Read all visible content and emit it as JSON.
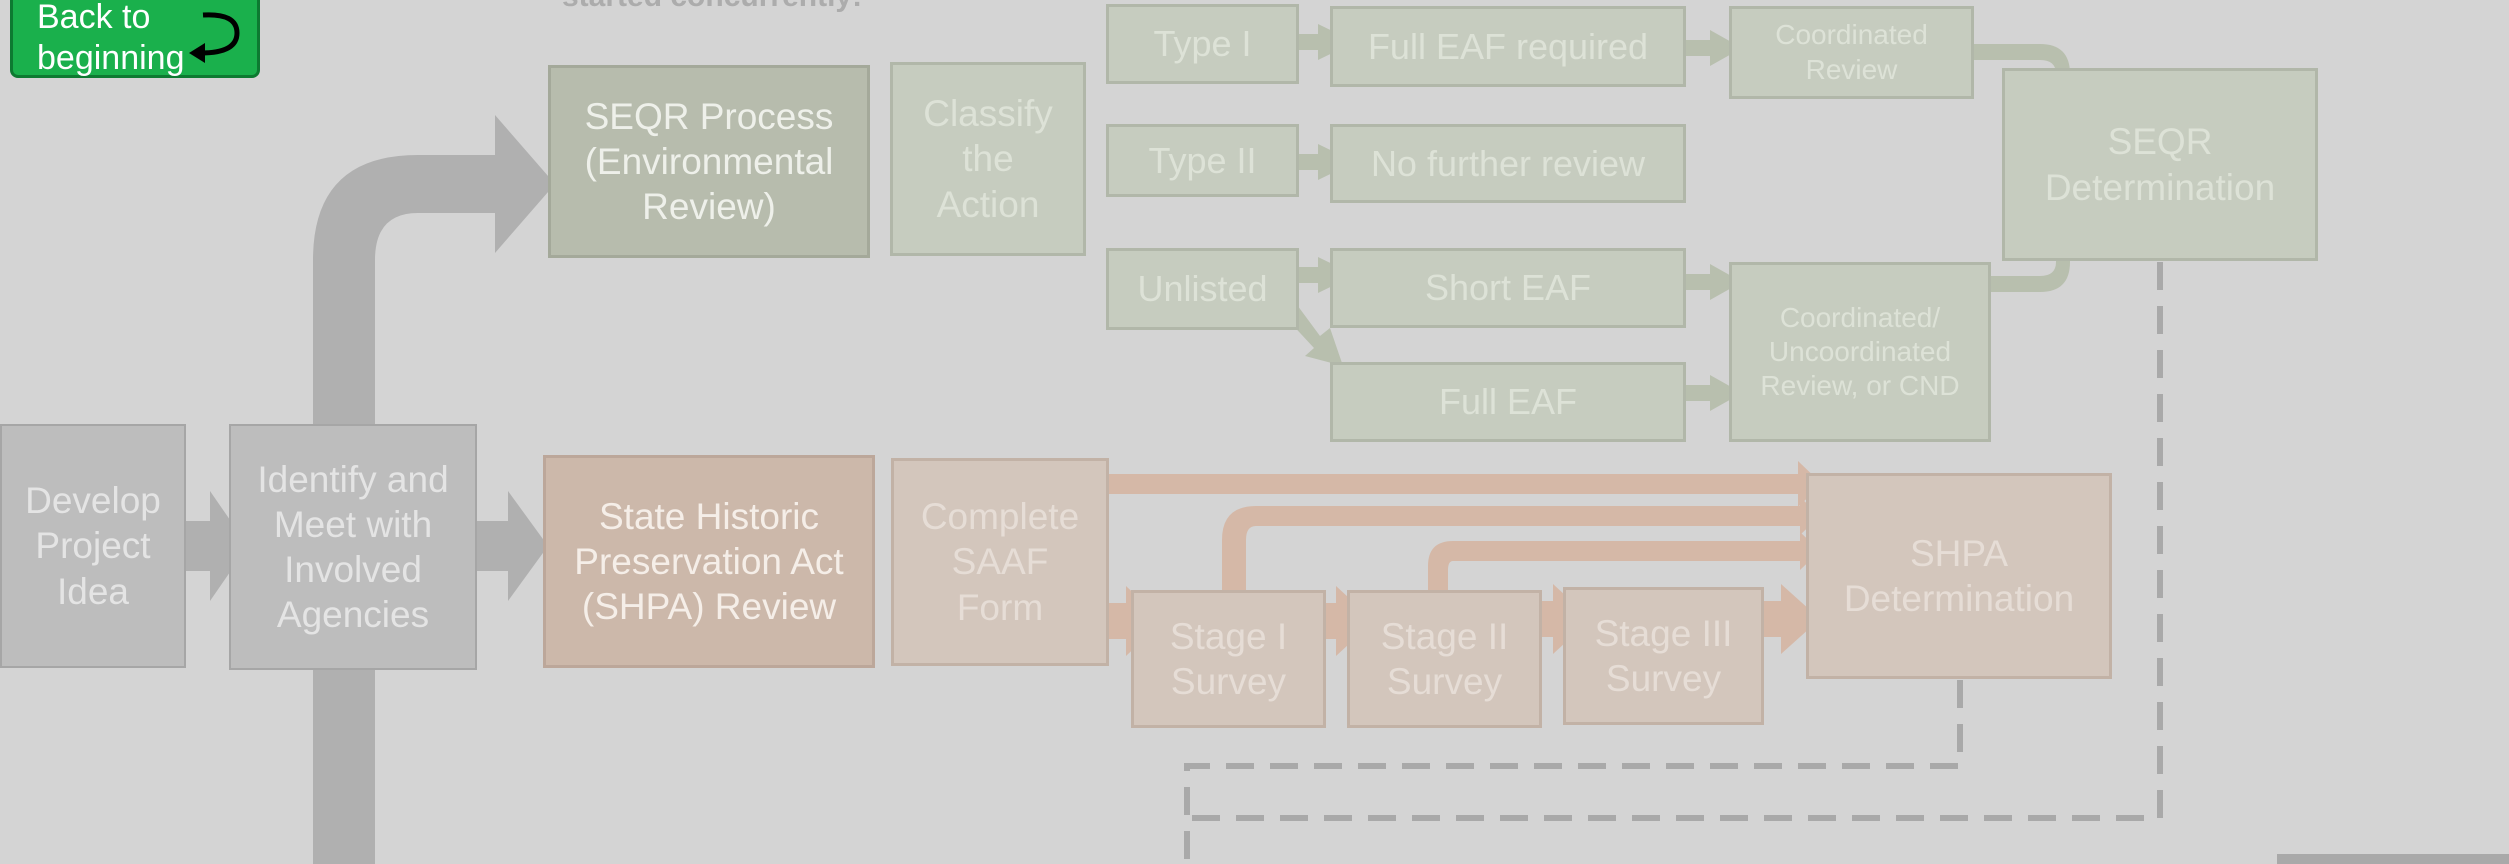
{
  "heading": "started concurrently:",
  "back_button": {
    "label": "Back to\nbeginning"
  },
  "colors": {
    "background": "#d4d4d4",
    "gray_arrow": "#b0b0b0",
    "seqr_green": "#b7bcad",
    "seqr_arrow": "#b8bfae",
    "shpa_peach": "#ccb8aa",
    "shpa_arrow": "#d5b8a7",
    "dashed_line": "#a9a9a9",
    "button_green": "#1ab04c"
  },
  "nodes": {
    "develop": "Develop\nProject\nIdea",
    "identify": "Identify and\nMeet with\nInvolved\nAgencies",
    "seqr_process": "SEQR Process\n(Environmental\nReview)",
    "classify": "Classify\nthe\nAction",
    "type1": "Type I",
    "type2": "Type II",
    "unlisted": "Unlisted",
    "full_eaf_required": "Full EAF required",
    "no_further_review": "No further review",
    "short_eaf": "Short EAF",
    "full_eaf": "Full EAF",
    "coordinated_review": "Coordinated\nReview",
    "coord_uncoord": "Coordinated/\nUncoordinated\nReview, or CND",
    "seqr_determination": "SEQR\nDetermination",
    "shpa_review": "State Historic\nPreservation Act\n(SHPA) Review",
    "complete_saaf": "Complete\nSAAF\nForm",
    "stage1": "Stage I\nSurvey",
    "stage2": "Stage II\nSurvey",
    "stage3": "Stage III\nSurvey",
    "shpa_determination": "SHPA\nDetermination"
  }
}
